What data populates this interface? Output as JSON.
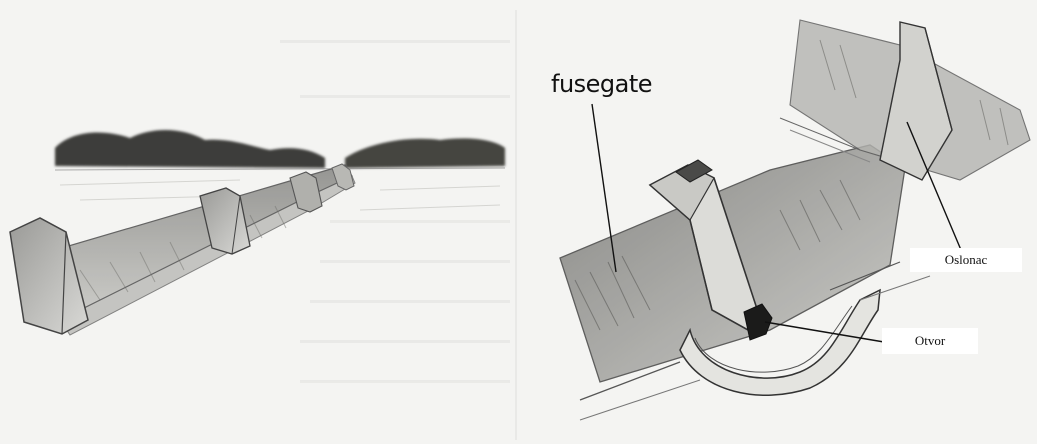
{
  "labels": {
    "fusegate": "fusegate",
    "support": "Oslonac",
    "opening": "Otvor"
  }
}
